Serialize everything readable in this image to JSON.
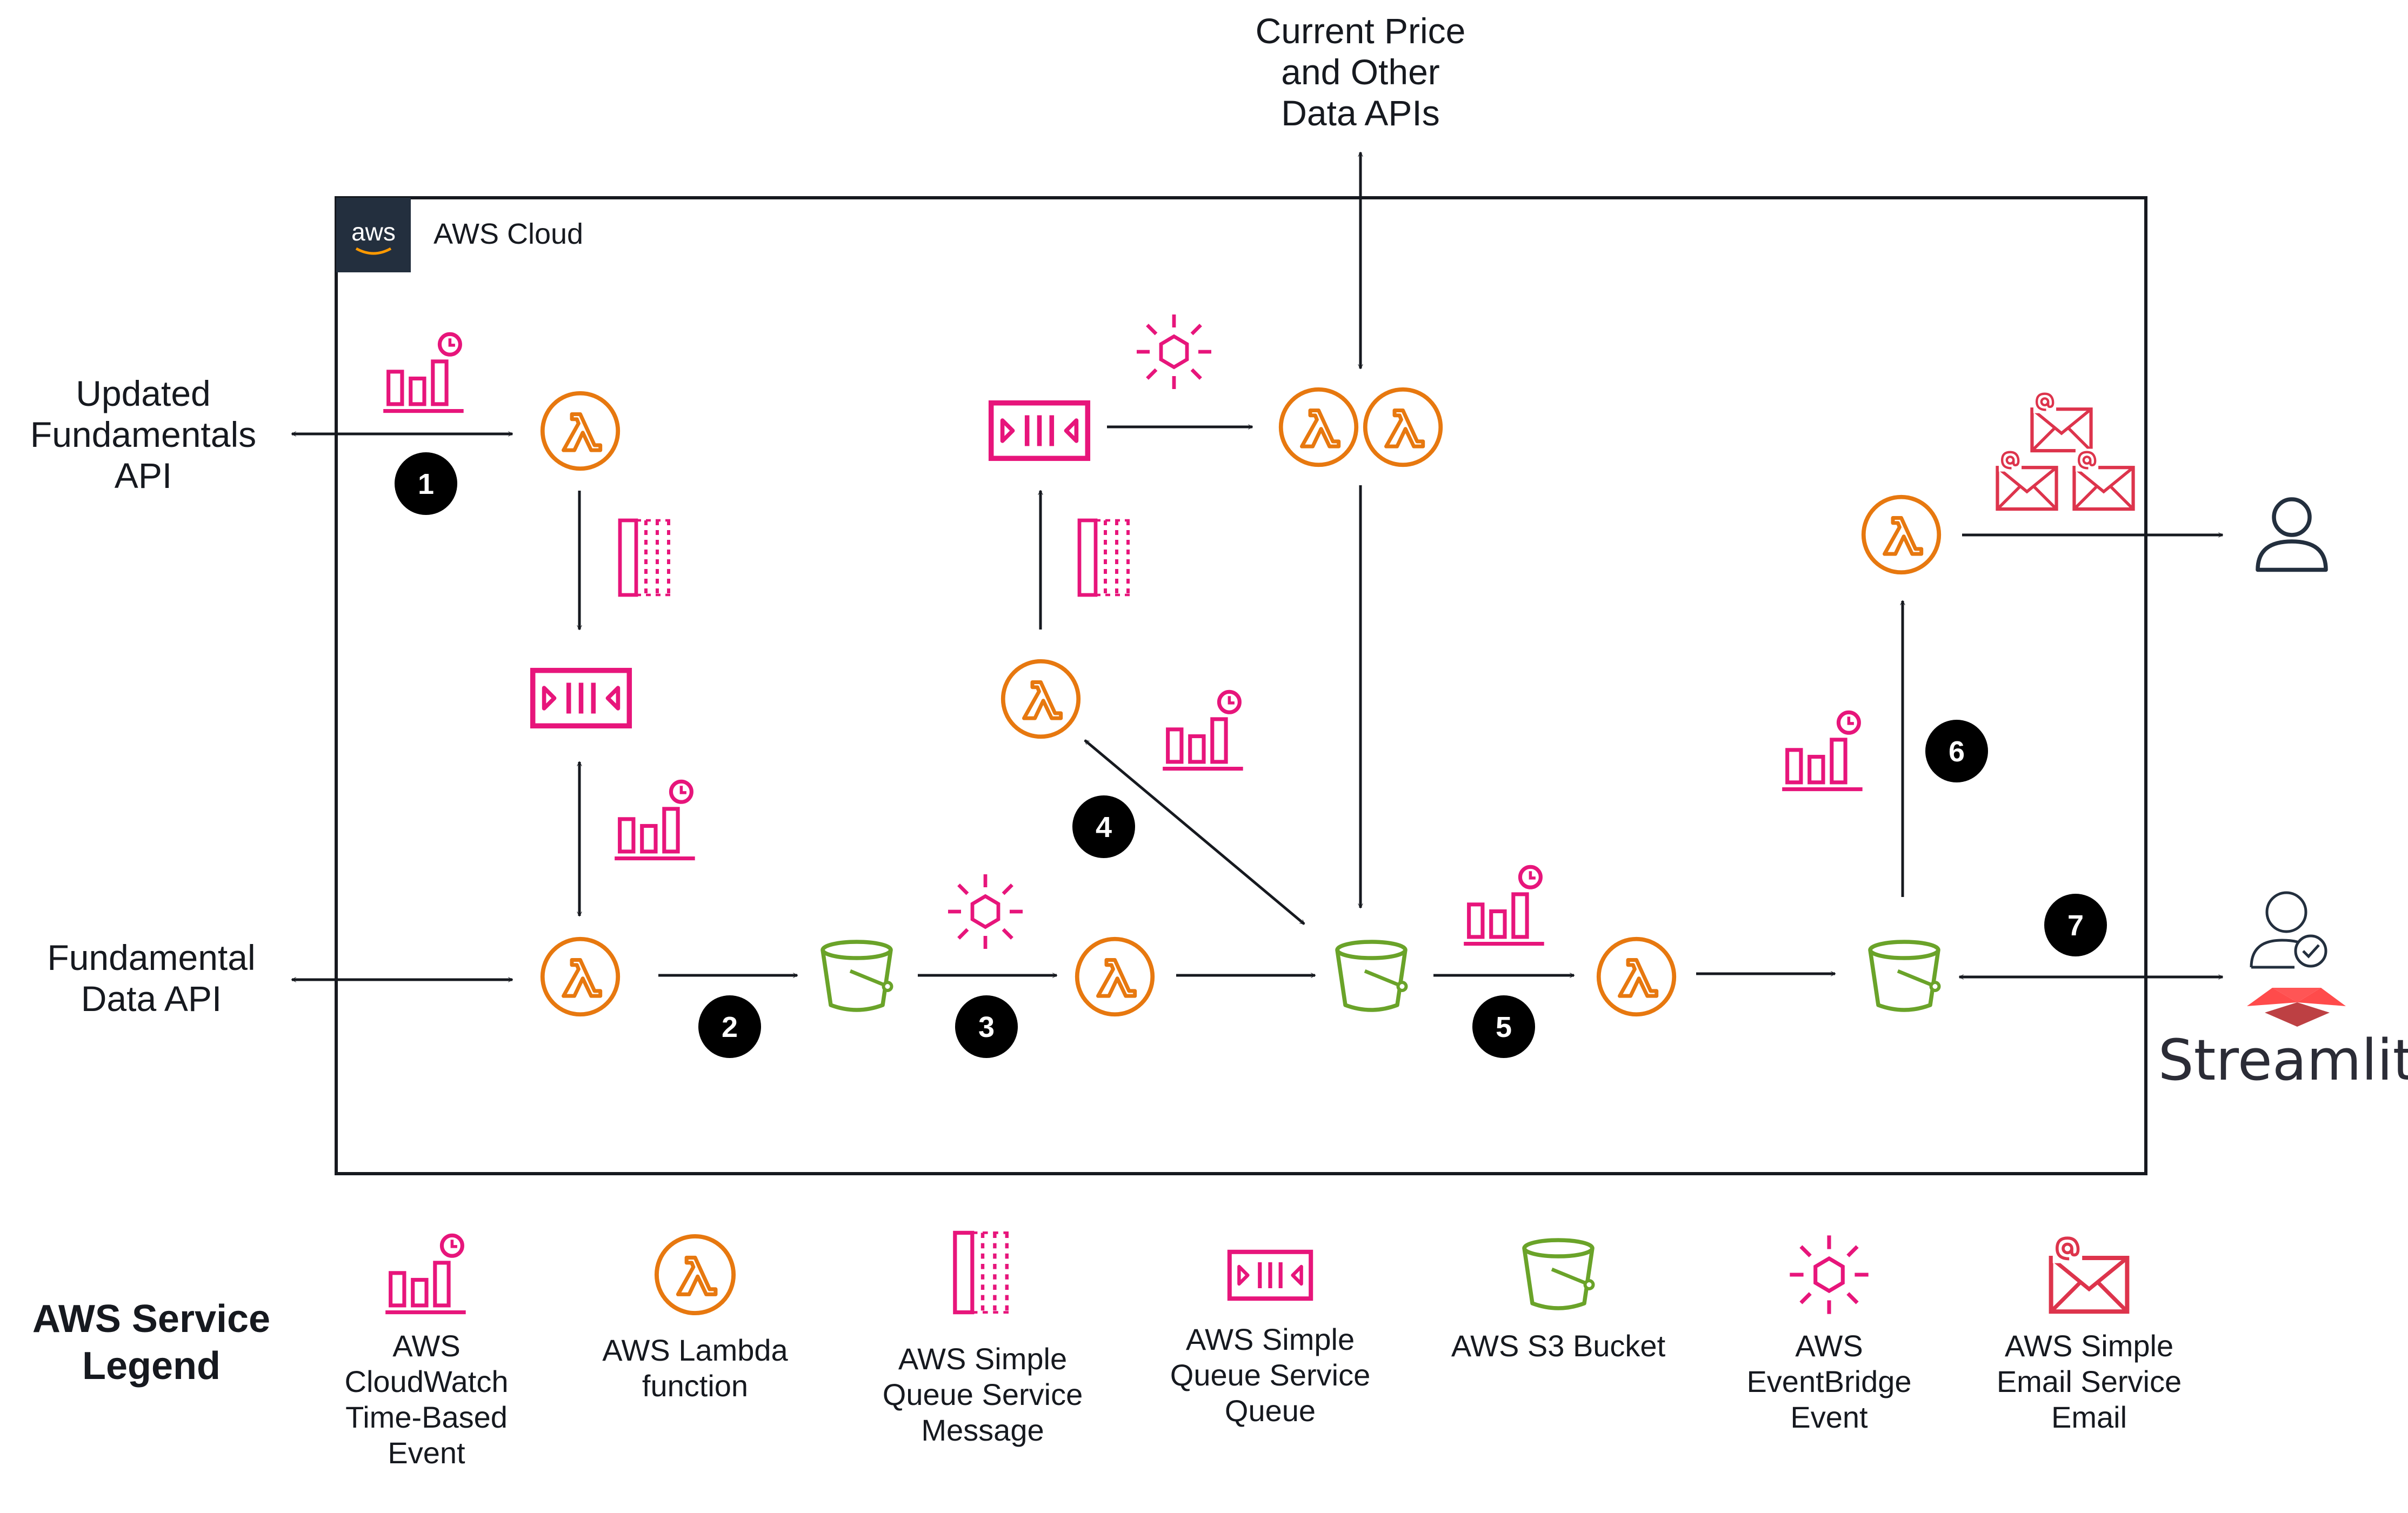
{
  "external": {
    "updated_fundamentals_api": [
      "Updated",
      "Fundamentals",
      "API"
    ],
    "fundamental_data_api": [
      "Fundamental",
      "Data API"
    ],
    "current_price_apis": [
      "Current Price",
      "and Other",
      "Data APIs"
    ]
  },
  "cloud": {
    "title": "AWS Cloud",
    "logo_text": "aws"
  },
  "steps": [
    "1",
    "2",
    "3",
    "4",
    "5",
    "6",
    "7"
  ],
  "streamlit": {
    "label": "Streamlit"
  },
  "legend": {
    "title": [
      "AWS Service",
      "Legend"
    ],
    "items": [
      {
        "icon": "cloudwatch-event-icon",
        "lines": [
          "AWS",
          "CloudWatch",
          "Time-Based",
          "Event"
        ]
      },
      {
        "icon": "lambda-icon",
        "lines": [
          "AWS Lambda",
          "function"
        ]
      },
      {
        "icon": "sqs-message-icon",
        "lines": [
          "AWS Simple",
          "Queue Service",
          "Message"
        ]
      },
      {
        "icon": "sqs-queue-icon",
        "lines": [
          "AWS Simple",
          "Queue Service",
          "Queue"
        ]
      },
      {
        "icon": "s3-bucket-icon",
        "lines": [
          "AWS S3 Bucket"
        ]
      },
      {
        "icon": "eventbridge-event-icon",
        "lines": [
          "AWS",
          "EventBridge",
          "Event"
        ]
      },
      {
        "icon": "ses-email-icon",
        "lines": [
          "AWS Simple",
          "Email Service",
          "Email"
        ]
      }
    ]
  },
  "colors": {
    "lambda": "#e7780f",
    "pink": "#e7157b",
    "s3": "#6aa329",
    "ses": "#dd344c",
    "ink": "#16191f",
    "streamlit_red": "#ff4b4b"
  }
}
